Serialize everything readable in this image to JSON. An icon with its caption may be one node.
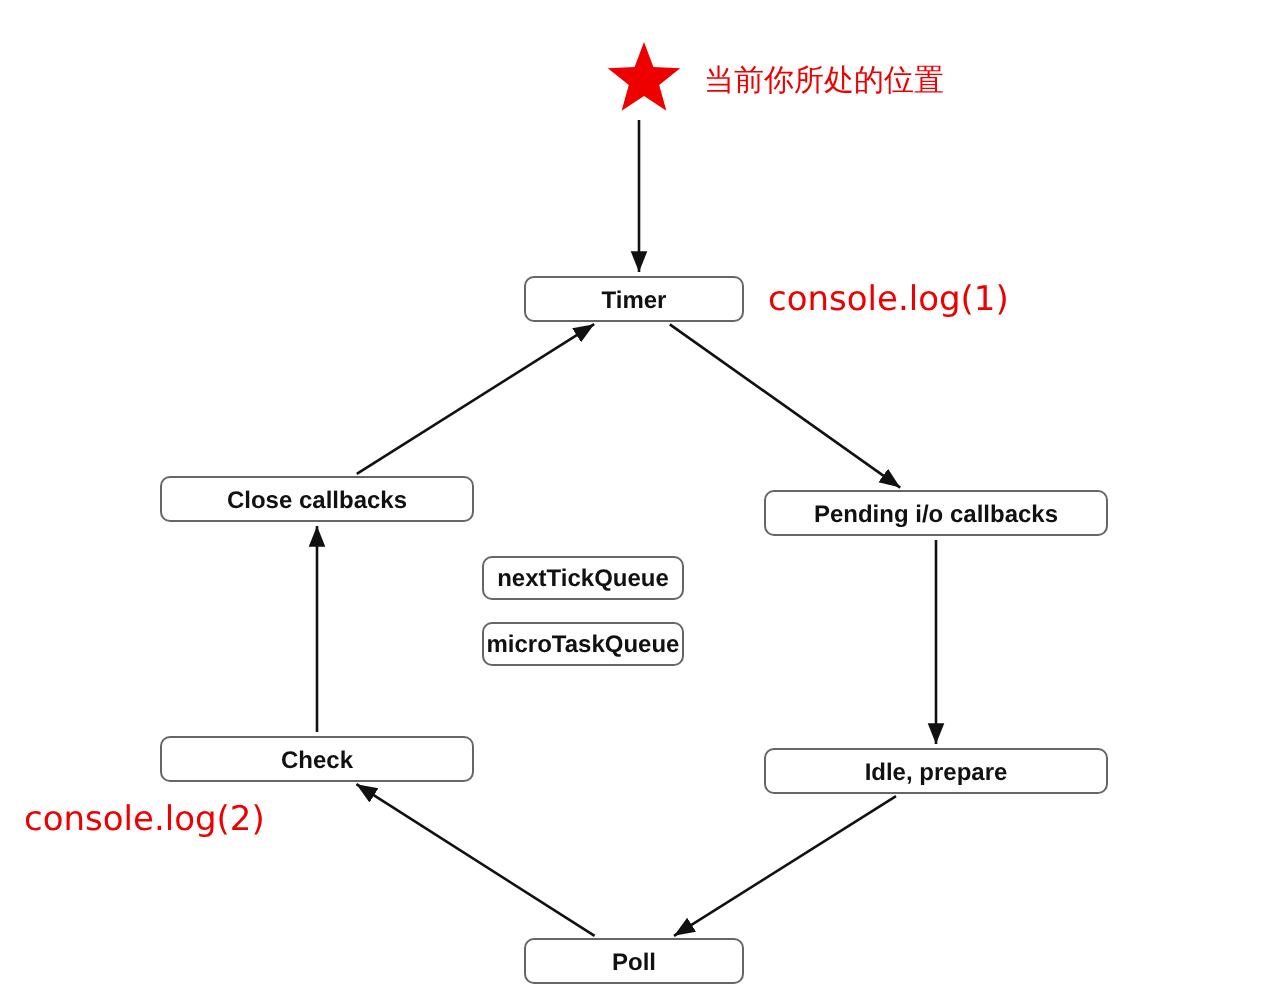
{
  "diagram": {
    "nodes": [
      {
        "text": [],
        "shape": "star",
        "beside": [
          "当前你所处的位置"
        ]
      },
      {
        "text": [
          "Timer"
        ],
        "beside": [
          "console.log(1)"
        ]
      },
      {
        "text": [
          "Pending i/o callbacks"
        ]
      },
      {
        "text": [
          "Idle, prepare"
        ]
      },
      {
        "text": [
          "Poll"
        ]
      },
      {
        "text": [
          "Check"
        ],
        "beside": [
          "console.log(2)"
        ]
      },
      {
        "text": [
          "Close callbacks"
        ]
      },
      {
        "text": [
          "nextTickQueue"
        ]
      },
      {
        "text": [
          "microTaskQueue"
        ]
      }
    ],
    "edges": [
      {
        "from": 0,
        "to": 1,
        "arrow": "to"
      },
      {
        "from": 1,
        "to": 2,
        "arrow": "to"
      },
      {
        "from": 2,
        "to": 3,
        "arrow": "to"
      },
      {
        "from": 3,
        "to": 4,
        "arrow": "to"
      },
      {
        "from": 4,
        "to": 5,
        "arrow": "to"
      },
      {
        "from": 5,
        "to": 6,
        "arrow": "to"
      },
      {
        "from": 6,
        "to": 1,
        "arrow": "to"
      }
    ]
  }
}
